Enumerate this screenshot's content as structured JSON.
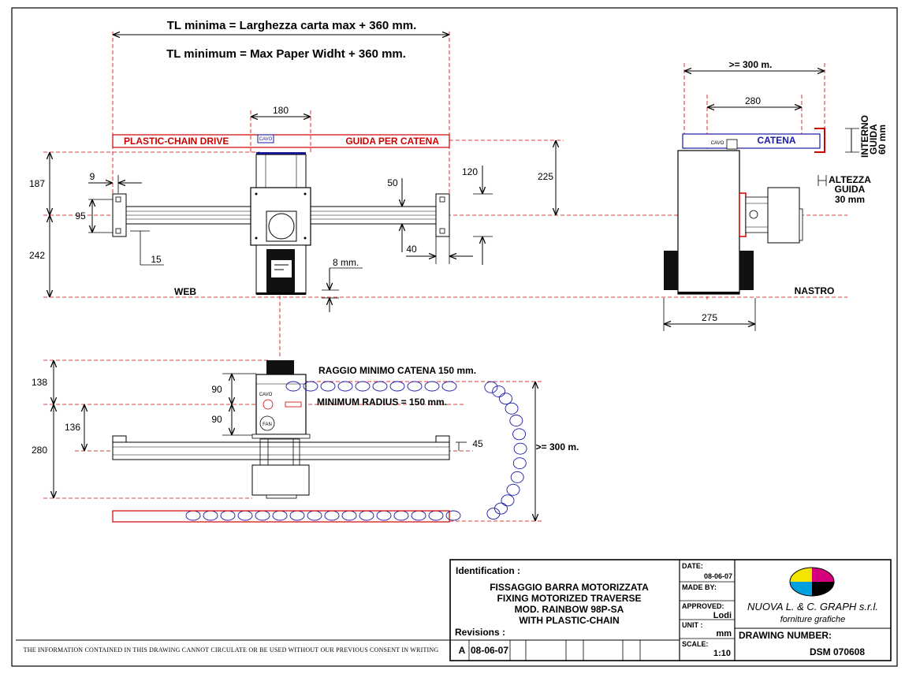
{
  "top_view": {
    "tl_min_it": "TL minima = Larghezza carta max + 360 mm.",
    "tl_min_en": "TL minimum = Max Paper Widht + 360 mm.",
    "dim_180": "180",
    "chain_drive_en": "PLASTIC-CHAIN DRIVE",
    "chain_drive_it": "GUIDA PER CATENA",
    "cavo": "CAVO",
    "dim_9": "9",
    "dim_187": "187",
    "dim_95": "95",
    "dim_242": "242",
    "dim_15": "15",
    "dim_50": "50",
    "dim_120": "120",
    "dim_225": "225",
    "dim_40": "40",
    "dim_8mm": "8 mm.",
    "web": "WEB"
  },
  "side_view": {
    "dim_300": ">= 300 m.",
    "dim_280": "280",
    "cavo": "CAVO",
    "catena": "CATENA",
    "interno_1": "INTERNO",
    "interno_2": "GUIDA",
    "interno_3": "60 mm",
    "altezza_1": "ALTEZZA",
    "altezza_2": "GUIDA",
    "altezza_3": "30 mm",
    "dim_275": "275",
    "nastro": "NASTRO"
  },
  "bottom_view": {
    "dim_138": "138",
    "dim_280": "280",
    "dim_136": "136",
    "dim_90a": "90",
    "dim_90b": "90",
    "cavo": "CAVO",
    "fan": "FAN",
    "radius_it": "RAGGIO MINIMO CATENA 150 mm.",
    "radius_en": "MINIMUM RADIUS  = 150 mm.",
    "dim_45": "45",
    "dim_300": ">= 300 m."
  },
  "disclaimer": "THE INFORMATION CONTAINED IN THIS DRAWING CANNOT CIRCULATE OR BE USED WITHOUT OUR PREVIOUS CONSENT IN WRITING",
  "title_block": {
    "identification_label": "Identification :",
    "title_lines": [
      "FISSAGGIO BARRA MOTORIZZATA",
      "FIXING MOTORIZED TRAVERSE",
      "MOD. RAINBOW 98P-SA",
      "WITH PLASTIC-CHAIN"
    ],
    "revisions_label": "Revisions :",
    "rev_letter": "A",
    "rev_date": "08-06-07",
    "date_label": "DATE:",
    "date_value": "08-06-07",
    "made_by_label": "MADE BY:",
    "approved_label": "APPROVED:",
    "approved_value": "Lodi",
    "unit_label": "UNIT :",
    "unit_value": "mm",
    "scale_label": "SCALE:",
    "scale_value": "1:10",
    "company_name": "NUOVA L. & C. GRAPH s.r.l.",
    "company_sub": "forniture grafiche",
    "drawing_number_label": "DRAWING NUMBER:",
    "drawing_number": "DSM 070608"
  },
  "colors": {
    "outline": "#000000",
    "dimension_red": "#d00000",
    "chain_blue": "#1a1aa8",
    "logo_yellow": "#f2e600",
    "logo_magenta": "#d6007e",
    "logo_cyan": "#00a0e0",
    "logo_black": "#000000"
  }
}
